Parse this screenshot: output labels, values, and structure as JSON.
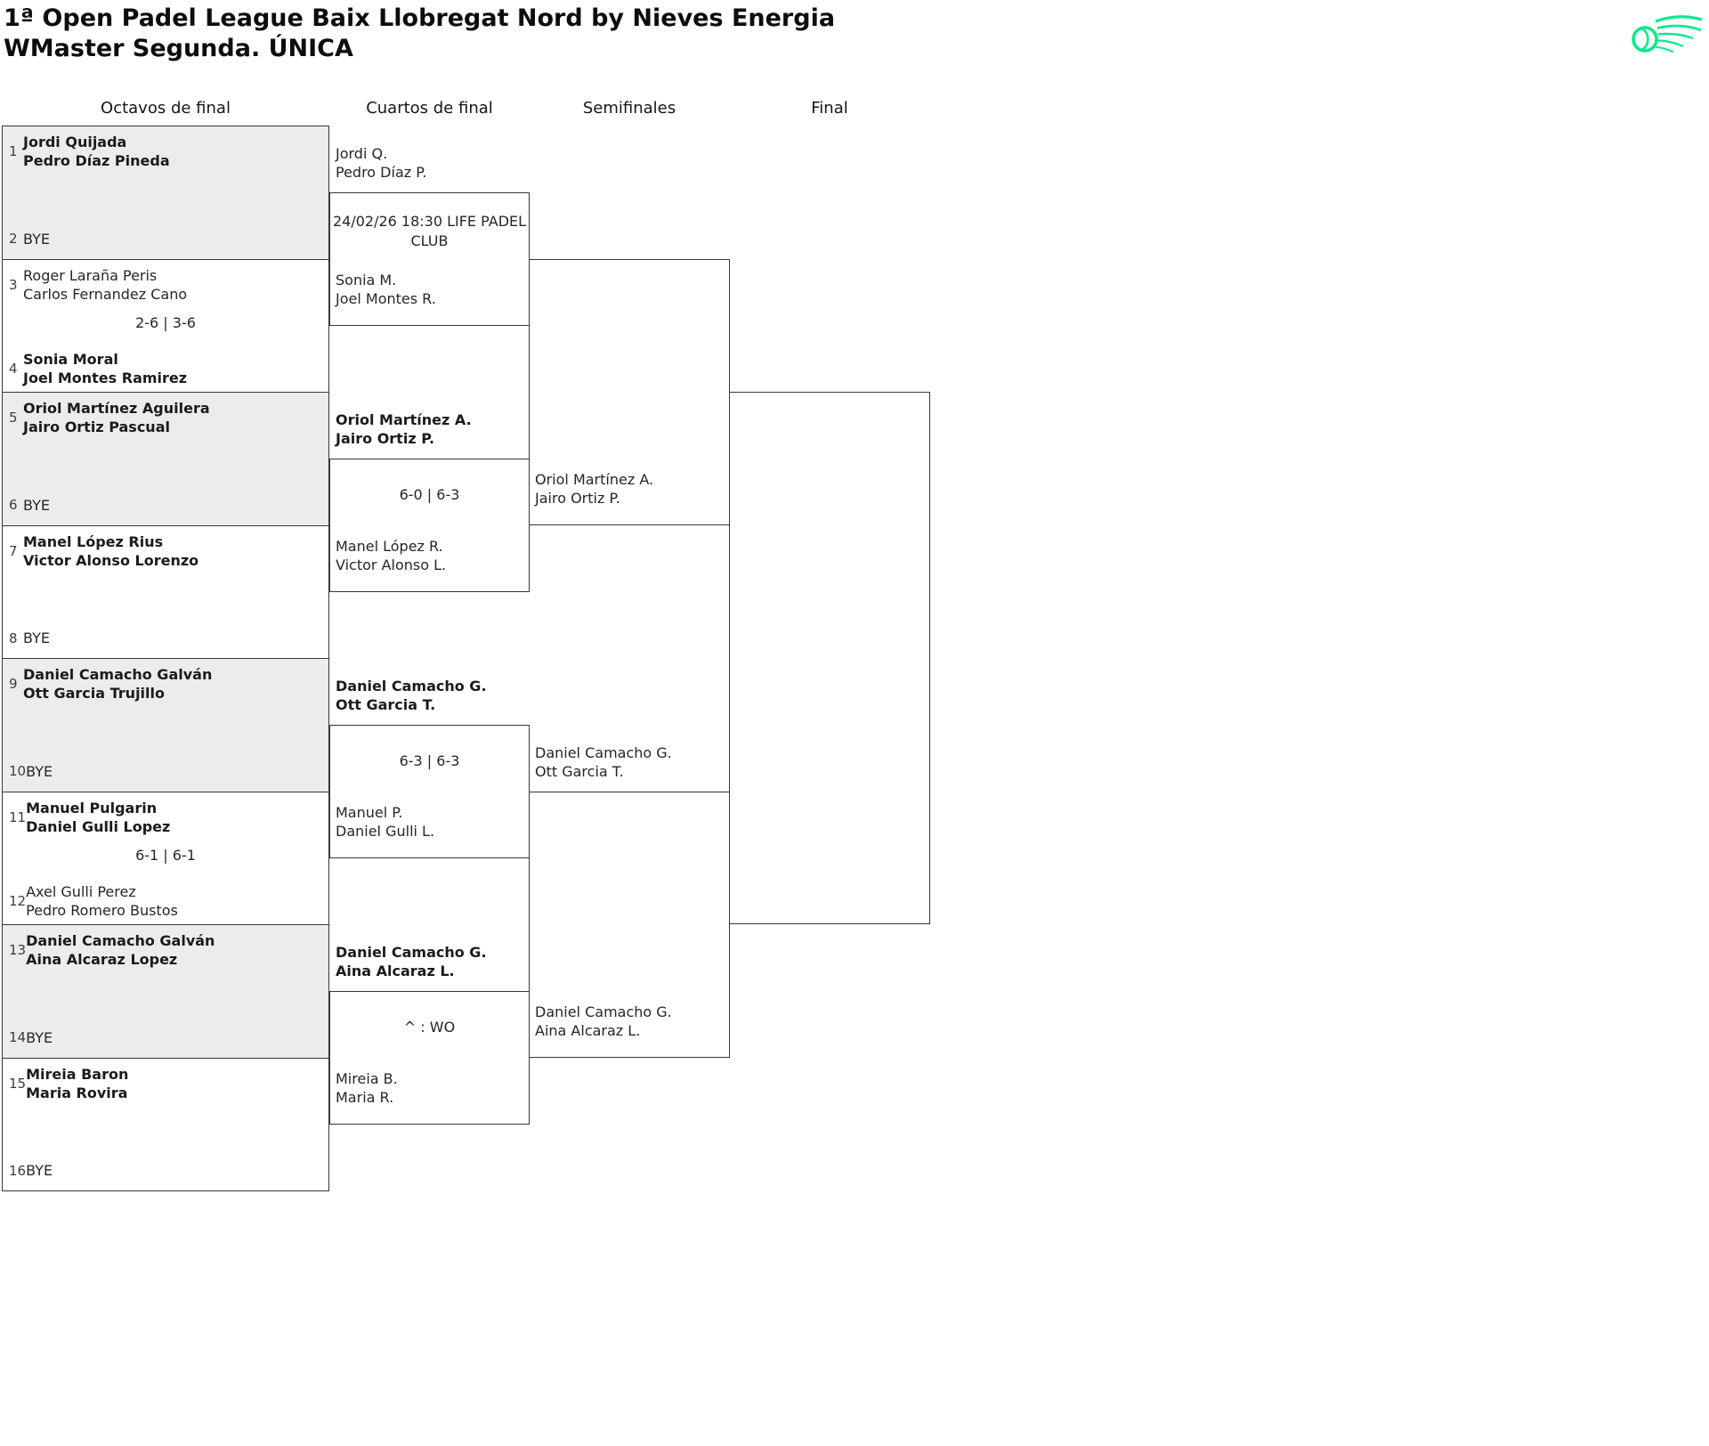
{
  "header": {
    "title_line1": "1ª Open Padel League Baix Llobregat Nord by Nieves Energia",
    "title_line2": "WMaster Segunda. ÚNICA"
  },
  "logo": {
    "label": "padel-ball-logo",
    "color": "#0de98c"
  },
  "colors": {
    "shaded_box": "#ececec",
    "border": "#373737",
    "text": "#262626",
    "logo_green": "#0de98c"
  },
  "round_headers": {
    "octavos": "Octavos de final",
    "cuartos": "Cuartos de final",
    "semifinales": "Semifinales",
    "final": "Final"
  },
  "bracket": {
    "octavos": [
      {
        "top": {
          "seed": "1",
          "line1": "Jordi Quijada",
          "line2": "Pedro Díaz Pineda",
          "winner": true
        },
        "score": "",
        "bottom": {
          "seed": "2",
          "line1": "BYE",
          "line2": "",
          "winner": false
        }
      },
      {
        "top": {
          "seed": "3",
          "line1": "Roger Laraña Peris",
          "line2": "Carlos Fernandez Cano",
          "winner": false
        },
        "score": "2-6 | 3-6",
        "bottom": {
          "seed": "4",
          "line1": "Sonia Moral",
          "line2": "Joel Montes Ramirez",
          "winner": true
        }
      },
      {
        "top": {
          "seed": "5",
          "line1": "Oriol Martínez Aguilera",
          "line2": "Jairo Ortiz Pascual",
          "winner": true
        },
        "score": "",
        "bottom": {
          "seed": "6",
          "line1": "BYE",
          "line2": "",
          "winner": false
        }
      },
      {
        "top": {
          "seed": "7",
          "line1": "Manel López Rius",
          "line2": "Victor Alonso Lorenzo",
          "winner": true
        },
        "score": "",
        "bottom": {
          "seed": "8",
          "line1": "BYE",
          "line2": "",
          "winner": false
        }
      },
      {
        "top": {
          "seed": "9",
          "line1": "Daniel Camacho Galván",
          "line2": "Ott Garcia Trujillo",
          "winner": true
        },
        "score": "",
        "bottom": {
          "seed": "10",
          "line1": "BYE",
          "line2": "",
          "winner": false
        }
      },
      {
        "top": {
          "seed": "11",
          "line1": "Manuel Pulgarin",
          "line2": "Daniel Gulli Lopez",
          "winner": true
        },
        "score": "6-1 | 6-1",
        "bottom": {
          "seed": "12",
          "line1": "Axel Gulli Perez",
          "line2": "Pedro Romero Bustos",
          "winner": false
        }
      },
      {
        "top": {
          "seed": "13",
          "line1": "Daniel Camacho Galván",
          "line2": "Aina Alcaraz Lopez",
          "winner": true
        },
        "score": "",
        "bottom": {
          "seed": "14",
          "line1": "BYE",
          "line2": "",
          "winner": false
        }
      },
      {
        "top": {
          "seed": "15",
          "line1": "Mireia Baron",
          "line2": "Maria Rovira",
          "winner": true
        },
        "score": "",
        "bottom": {
          "seed": "16",
          "line1": "BYE",
          "line2": "",
          "winner": false
        }
      }
    ],
    "cuartos": [
      {
        "top_line1": "Jordi Q.",
        "top_line2": "Pedro Díaz P.",
        "top_winner": false,
        "center_line1": "24/02/26 18:30 LIFE PADEL",
        "center_line2": "CLUB",
        "bottom_line1": "Sonia M.",
        "bottom_line2": "Joel Montes R.",
        "bottom_winner": false
      },
      {
        "top_line1": "Oriol Martínez A.",
        "top_line2": "Jairo Ortiz P.",
        "top_winner": true,
        "center_line1": "6-0 | 6-3",
        "center_line2": "",
        "bottom_line1": "Manel López R.",
        "bottom_line2": "Victor Alonso L.",
        "bottom_winner": false
      },
      {
        "top_line1": "Daniel Camacho G.",
        "top_line2": "Ott Garcia T.",
        "top_winner": true,
        "center_line1": "6-3 | 6-3",
        "center_line2": "",
        "bottom_line1": "Manuel P.",
        "bottom_line2": "Daniel Gulli L.",
        "bottom_winner": false
      },
      {
        "top_line1": "Daniel Camacho G.",
        "top_line2": "Aina Alcaraz L.",
        "top_winner": true,
        "center_line1": "^ : WO",
        "center_line2": "",
        "bottom_line1": "Mireia B.",
        "bottom_line2": "Maria R.",
        "bottom_winner": false
      }
    ],
    "semifinales": [
      {
        "top_line1": "",
        "top_line2": "",
        "bottom_line1": "Oriol Martínez A.",
        "bottom_line2": "Jairo Ortiz P."
      },
      {
        "top_line1": "Daniel Camacho G.",
        "top_line2": "Ott Garcia T.",
        "bottom_line1": "Daniel Camacho G.",
        "bottom_line2": "Aina Alcaraz L."
      }
    ],
    "final_match": {
      "top_line1": "",
      "top_line2": "",
      "bottom_line1": "",
      "bottom_line2": ""
    }
  }
}
